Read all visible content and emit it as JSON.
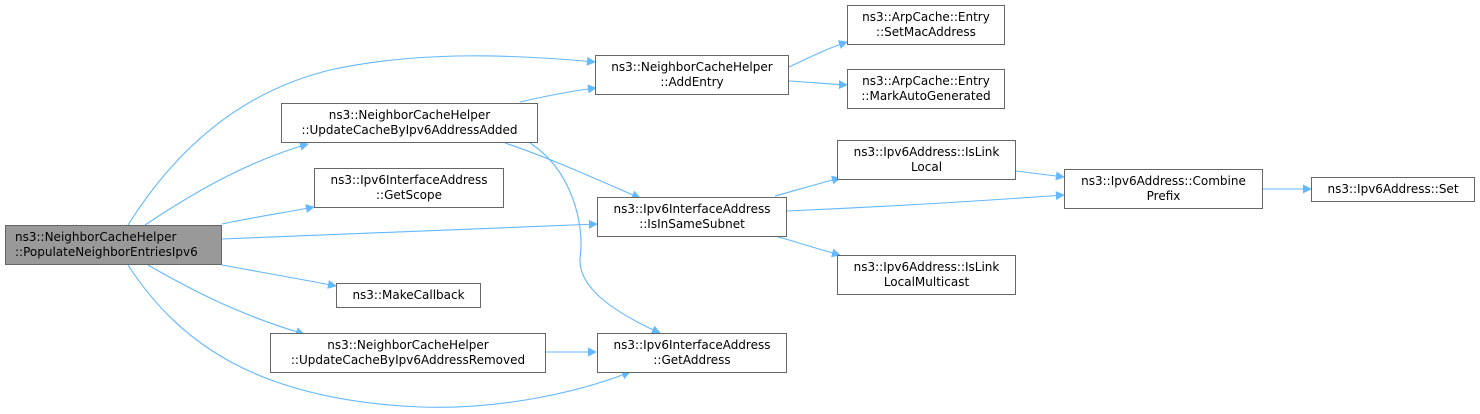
{
  "colors": {
    "edge": "#63b8ff",
    "node_border": "#666666",
    "root_fill": "#999999",
    "node_fill": "#ffffff"
  },
  "nodes": {
    "populate": {
      "line1": "ns3::NeighborCacheHelper",
      "line2": "::PopulateNeighborEntriesIpv6"
    },
    "add_entry": {
      "line1": "ns3::NeighborCacheHelper",
      "line2": "::AddEntry"
    },
    "update_added": {
      "line1": "ns3::NeighborCacheHelper",
      "line2": "::UpdateCacheByIpv6AddressAdded"
    },
    "get_scope": {
      "line1": "ns3::Ipv6InterfaceAddress",
      "line2": "::GetScope"
    },
    "make_callback": {
      "line1": "ns3::MakeCallback"
    },
    "update_removed": {
      "line1": "ns3::NeighborCacheHelper",
      "line2": "::UpdateCacheByIpv6AddressRemoved"
    },
    "set_mac": {
      "line1": "ns3::ArpCache::Entry",
      "line2": "::SetMacAddress"
    },
    "mark_auto": {
      "line1": "ns3::ArpCache::Entry",
      "line2": "::MarkAutoGenerated"
    },
    "is_in_same_subnet": {
      "line1": "ns3::Ipv6InterfaceAddress",
      "line2": "::IsInSameSubnet"
    },
    "get_address": {
      "line1": "ns3::Ipv6InterfaceAddress",
      "line2": "::GetAddress"
    },
    "is_link_local": {
      "line1": "ns3::Ipv6Address::IsLink",
      "line2": "Local"
    },
    "is_link_local_mc": {
      "line1": "ns3::Ipv6Address::IsLink",
      "line2": "LocalMulticast"
    },
    "combine_prefix": {
      "line1": "ns3::Ipv6Address::Combine",
      "line2": "Prefix"
    },
    "set": {
      "line1": "ns3::Ipv6Address::Set"
    }
  }
}
